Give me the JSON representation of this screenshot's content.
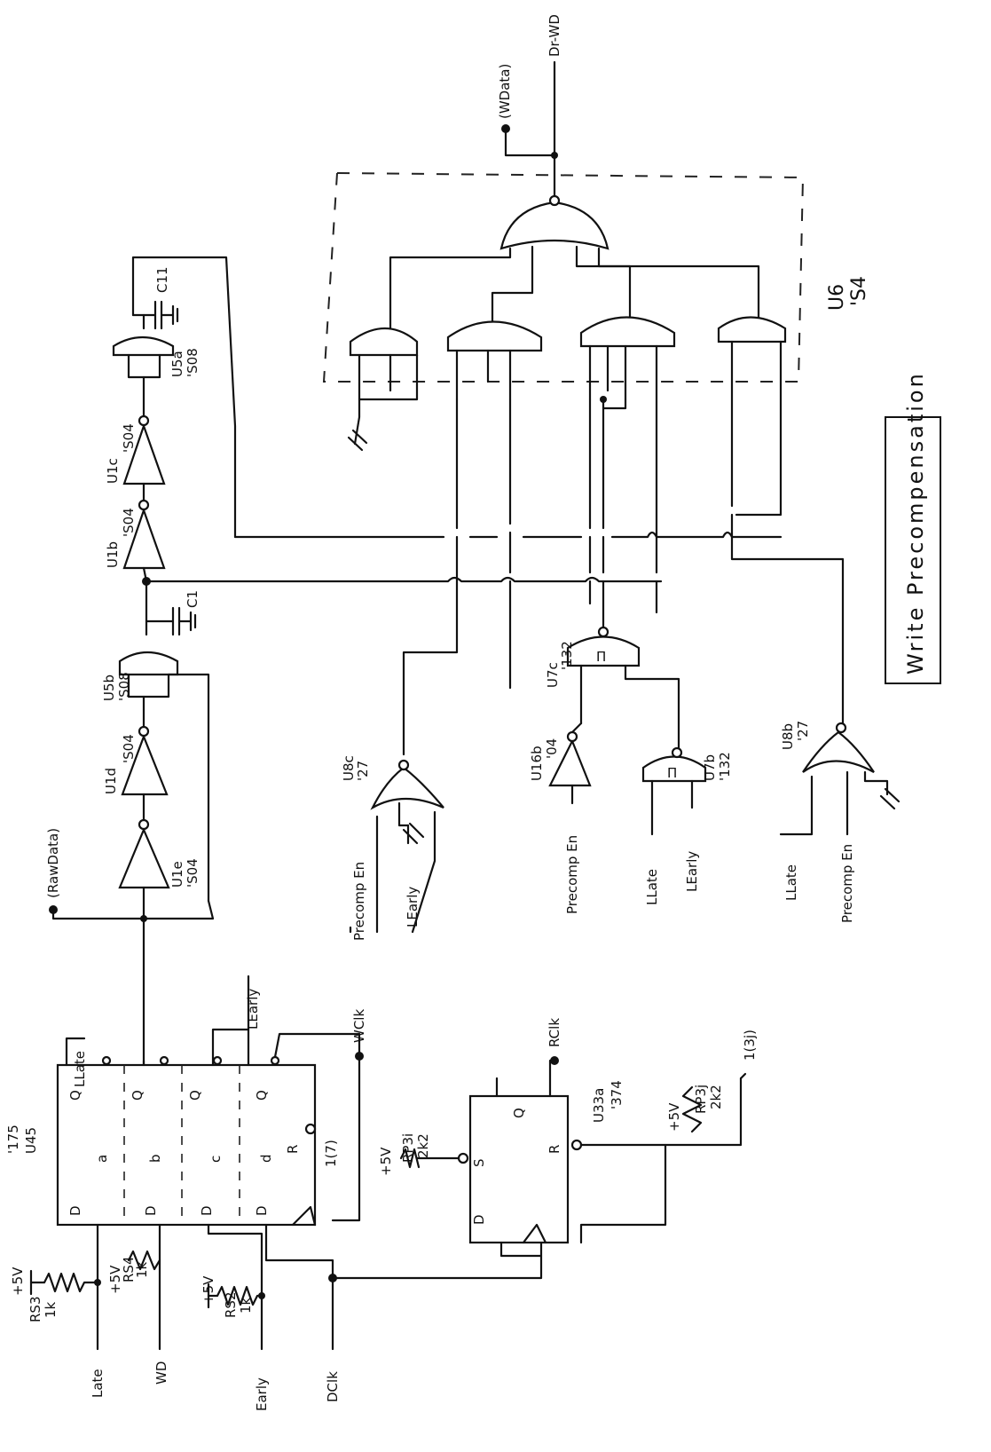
{
  "title": "Write Precompensation",
  "ports": {
    "raw_data": "(RawData)",
    "wdata": "(WData)",
    "dr_wd": "Dr-WD",
    "wclk": "WClk",
    "rclk": "RClk",
    "dclk": "DClk",
    "wd": "WD",
    "late": "Late",
    "early": "Early",
    "llate_top": "LLate",
    "learly_top": "LEarly",
    "ref_3j": "1(3j)",
    "ref_7": "1(7)"
  },
  "u45": {
    "name": "U45",
    "part": "'175",
    "sections": [
      "a",
      "b",
      "c",
      "d"
    ],
    "pin_d": "D",
    "pin_q": "Q",
    "pin_r": "R"
  },
  "u33": {
    "name": "U33a",
    "part": "'374",
    "pin_s": "S",
    "pin_d": "D",
    "pin_q": "Q",
    "pin_r": "R"
  },
  "resistors": {
    "rs3": {
      "name": "RS3",
      "value": "1k",
      "supply": "+5V"
    },
    "rs4": {
      "name": "RS4",
      "value": "1k",
      "supply": "+5V"
    },
    "rs2": {
      "name": "RS2",
      "value": "1k",
      "supply": "+5V"
    },
    "rp3i": {
      "name": "RP3i",
      "value": "2k2",
      "supply": "+5V"
    },
    "rp3j": {
      "name": "RP3j",
      "value": "2k2",
      "supply": "+5V"
    }
  },
  "capacitors": {
    "c11": "C11",
    "c1": "C1"
  },
  "gates": {
    "u1e": {
      "name": "U1e",
      "part": "'S04"
    },
    "u1d": {
      "name": "U1d",
      "part": "'S04"
    },
    "u5b": {
      "name": "U5b",
      "part": "'S08"
    },
    "u1b": {
      "name": "U1b",
      "part": "'S04"
    },
    "u1c": {
      "name": "U1c",
      "part": "'S04"
    },
    "u5a": {
      "name": "U5a",
      "part": "'S08"
    },
    "u6": {
      "name": "U6",
      "part": "'S4"
    },
    "u8c": {
      "name": "U8c",
      "part": "'27"
    },
    "u16b": {
      "name": "U16b",
      "part": "'04"
    },
    "u7c": {
      "name": "U7c",
      "part": "'132"
    },
    "u7b": {
      "name": "U7b",
      "part": "'132"
    },
    "u8b": {
      "name": "U8b",
      "part": "'27"
    }
  },
  "inputs": {
    "u8c_a": "Precomp En",
    "u8c_b": "LEarly",
    "u16b_in": "Precomp En",
    "u7b_a": "LLate",
    "u7b_b": "LEarly",
    "u8b_a": "LLate",
    "u8b_b": "Precomp En"
  }
}
